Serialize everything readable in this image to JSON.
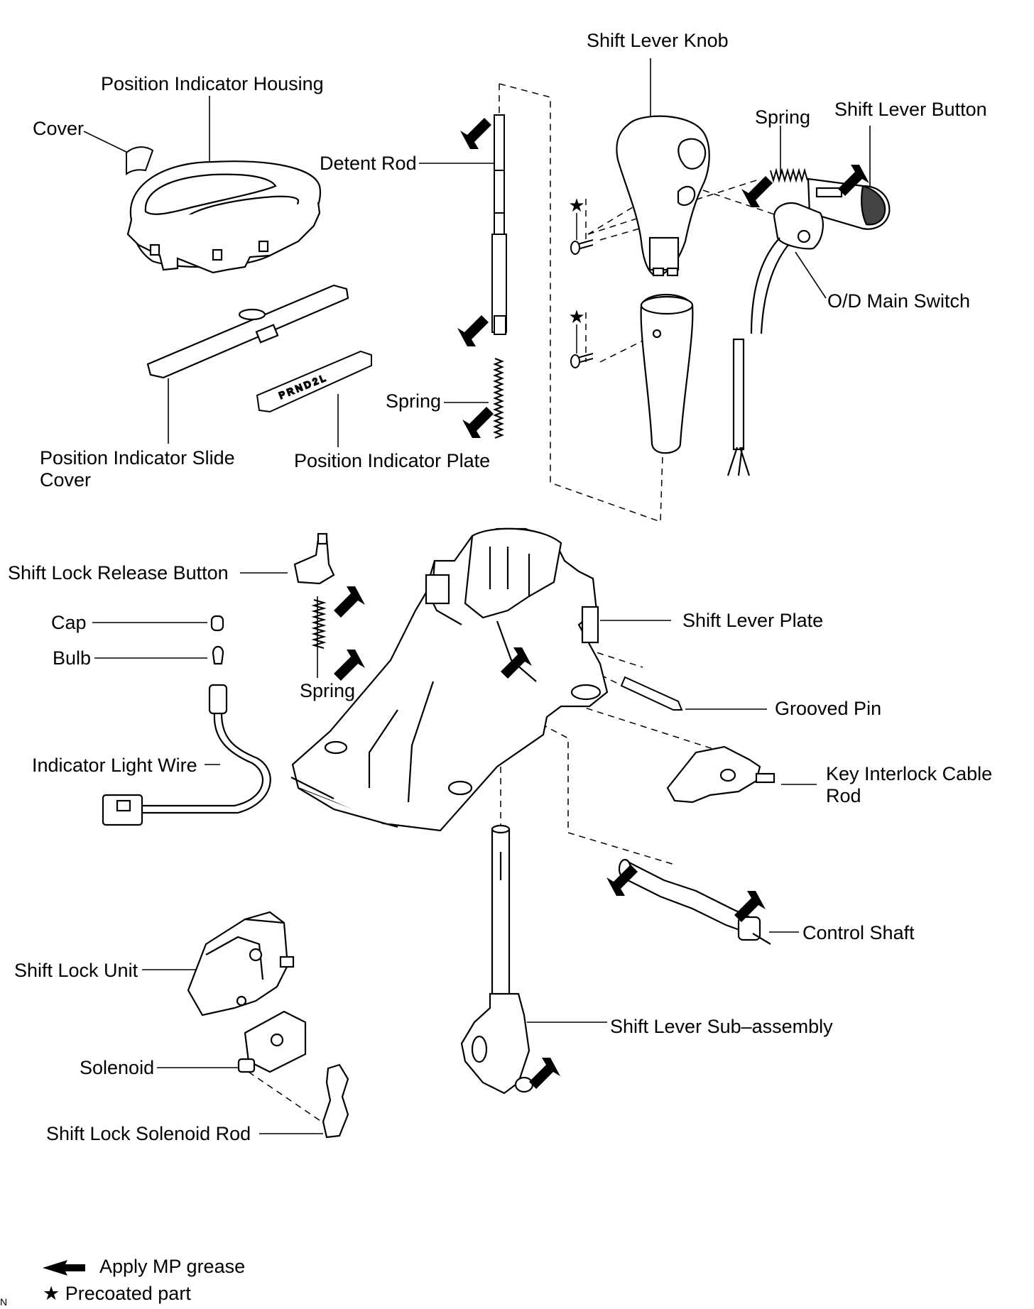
{
  "labels": {
    "shift_lever_knob": "Shift Lever Knob",
    "position_indicator_housing": "Position Indicator Housing",
    "cover": "Cover",
    "detent_rod": "Detent Rod",
    "spring_top": "Spring",
    "shift_lever_button": "Shift Lever Button",
    "od_main_switch": "O/D Main Switch",
    "spring_mid": "Spring",
    "position_indicator_slide_cover": "Position Indicator Slide Cover",
    "position_indicator_plate": "Position Indicator Plate",
    "shift_lock_release_button": "Shift Lock Release Button",
    "cap": "Cap",
    "bulb": "Bulb",
    "spring_lower": "Spring",
    "shift_lever_plate": "Shift Lever Plate",
    "grooved_pin": "Grooved Pin",
    "indicator_light_wire": "Indicator Light Wire",
    "key_interlock_cable_rod": "Key Interlock Cable Rod",
    "control_shaft": "Control Shaft",
    "shift_lock_unit": "Shift Lock Unit",
    "shift_lever_sub_assembly": "Shift Lever Sub–assembly",
    "solenoid": "Solenoid",
    "shift_lock_solenoid_rod": "Shift Lock Solenoid Rod"
  },
  "legend": {
    "grease": "Apply MP grease",
    "precoated": "★ Precoated part"
  },
  "corner_mark": "N",
  "star_symbol": "★"
}
